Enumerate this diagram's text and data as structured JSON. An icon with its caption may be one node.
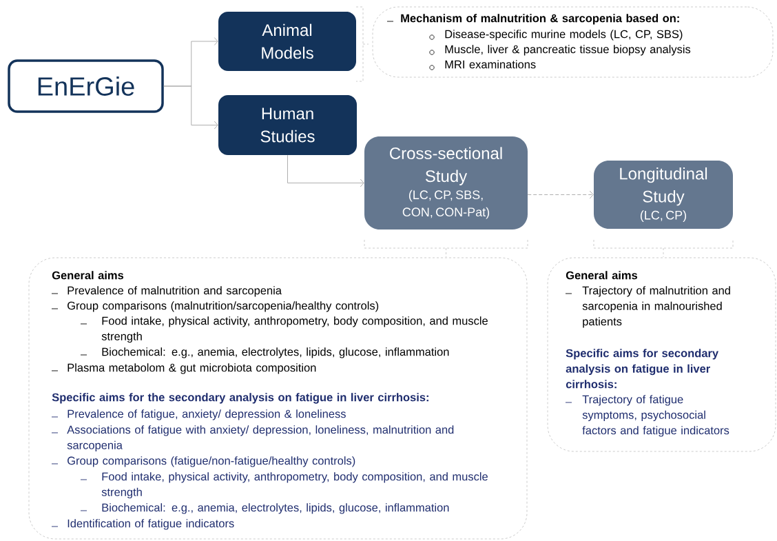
{
  "diagram": {
    "nodes": [
      {
        "text": [
          "EnErGie"
        ]
      },
      {
        "text": [
          "Animal Models"
        ]
      },
      {
        "text": [
          "Human Studies"
        ]
      },
      {
        "text": [
          "Cross-sectional Study",
          "(LC, CP, SBS, CON, CON-Pat)"
        ]
      },
      {
        "text": [
          "Longitudinal Study",
          "(LC, CP)"
        ]
      },
      {
        "text": [
          "Mechanism of malnutrition & sarcopenia based on:",
          "Disease-specific murine models (LC, CP, SBS)",
          "Muscle, liver & pancreatic tissue biopsy analysis",
          "MRI examinations"
        ]
      },
      {
        "text": [
          "General aims",
          "Prevalence of malnutrition and sarcopenia",
          "Group comparisons (malnutrition/sarcopenia/healthy controls)",
          "Food intake, physical activity, anthropometry, body composition, and muscle strength",
          "Biochemical: e.g., anemia, electrolytes, lipids, glucose, inflammation",
          "Plasma metabolom & gut microbiota composition",
          "Specific aims for the secondary analysis on fatigue in liver cirrhosis:",
          "Prevalence of fatigue, anxiety/ depression & loneliness",
          "Associations of fatigue with anxiety/ depression, loneliness, malnutrition and sarcopenia",
          "Group comparisons (fatigue/non-fatigue/healthy controls)",
          "Food intake, physical activity, anthropometry, body composition, and muscle strength",
          "Biochemical: e.g., anemia, electrolytes, lipids, glucose, inflammation",
          "Identification of fatigue indicators"
        ]
      },
      {
        "text": [
          "General aims",
          "Trajectory of malnutrition and sarcopenia in malnourished patients",
          "Specific aims for secondary analysis on fatigue in liver cirrhosis:",
          "Trajectory of fatigue symptoms, psychosocial factors and fatigue indicators"
        ]
      }
    ],
    "edges": [
      {
        "from": 0,
        "to": 1,
        "arrow": "to"
      },
      {
        "from": 0,
        "to": 2,
        "arrow": "to"
      },
      {
        "from": 2,
        "to": 3,
        "arrow": "to"
      },
      {
        "from": 3,
        "to": 4,
        "arrow": "to",
        "style": "dashed"
      }
    ]
  }
}
